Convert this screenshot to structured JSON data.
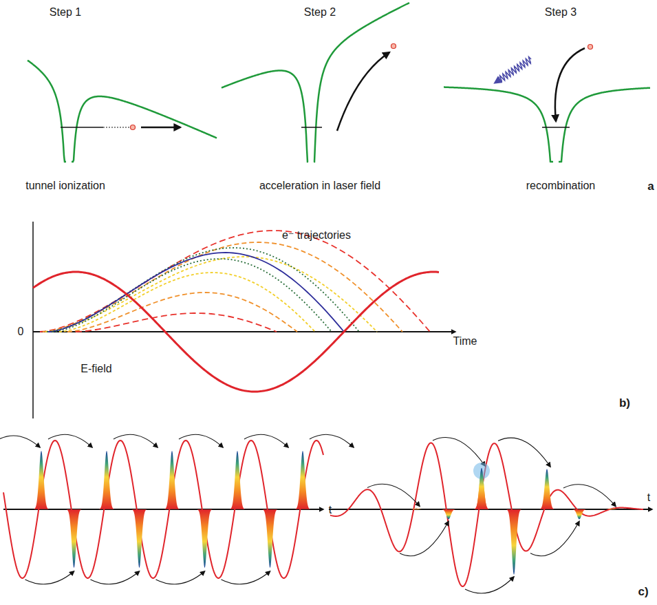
{
  "diagram": {
    "labels": [
      "Step 1",
      "Step 2",
      "Step 3",
      "tunnel ionization",
      "acceleration in laser field",
      "recombination",
      "a",
      "e⁻ trajectories",
      "0",
      "Time",
      "E-field",
      "b)",
      "t",
      "t",
      "c)"
    ]
  }
}
